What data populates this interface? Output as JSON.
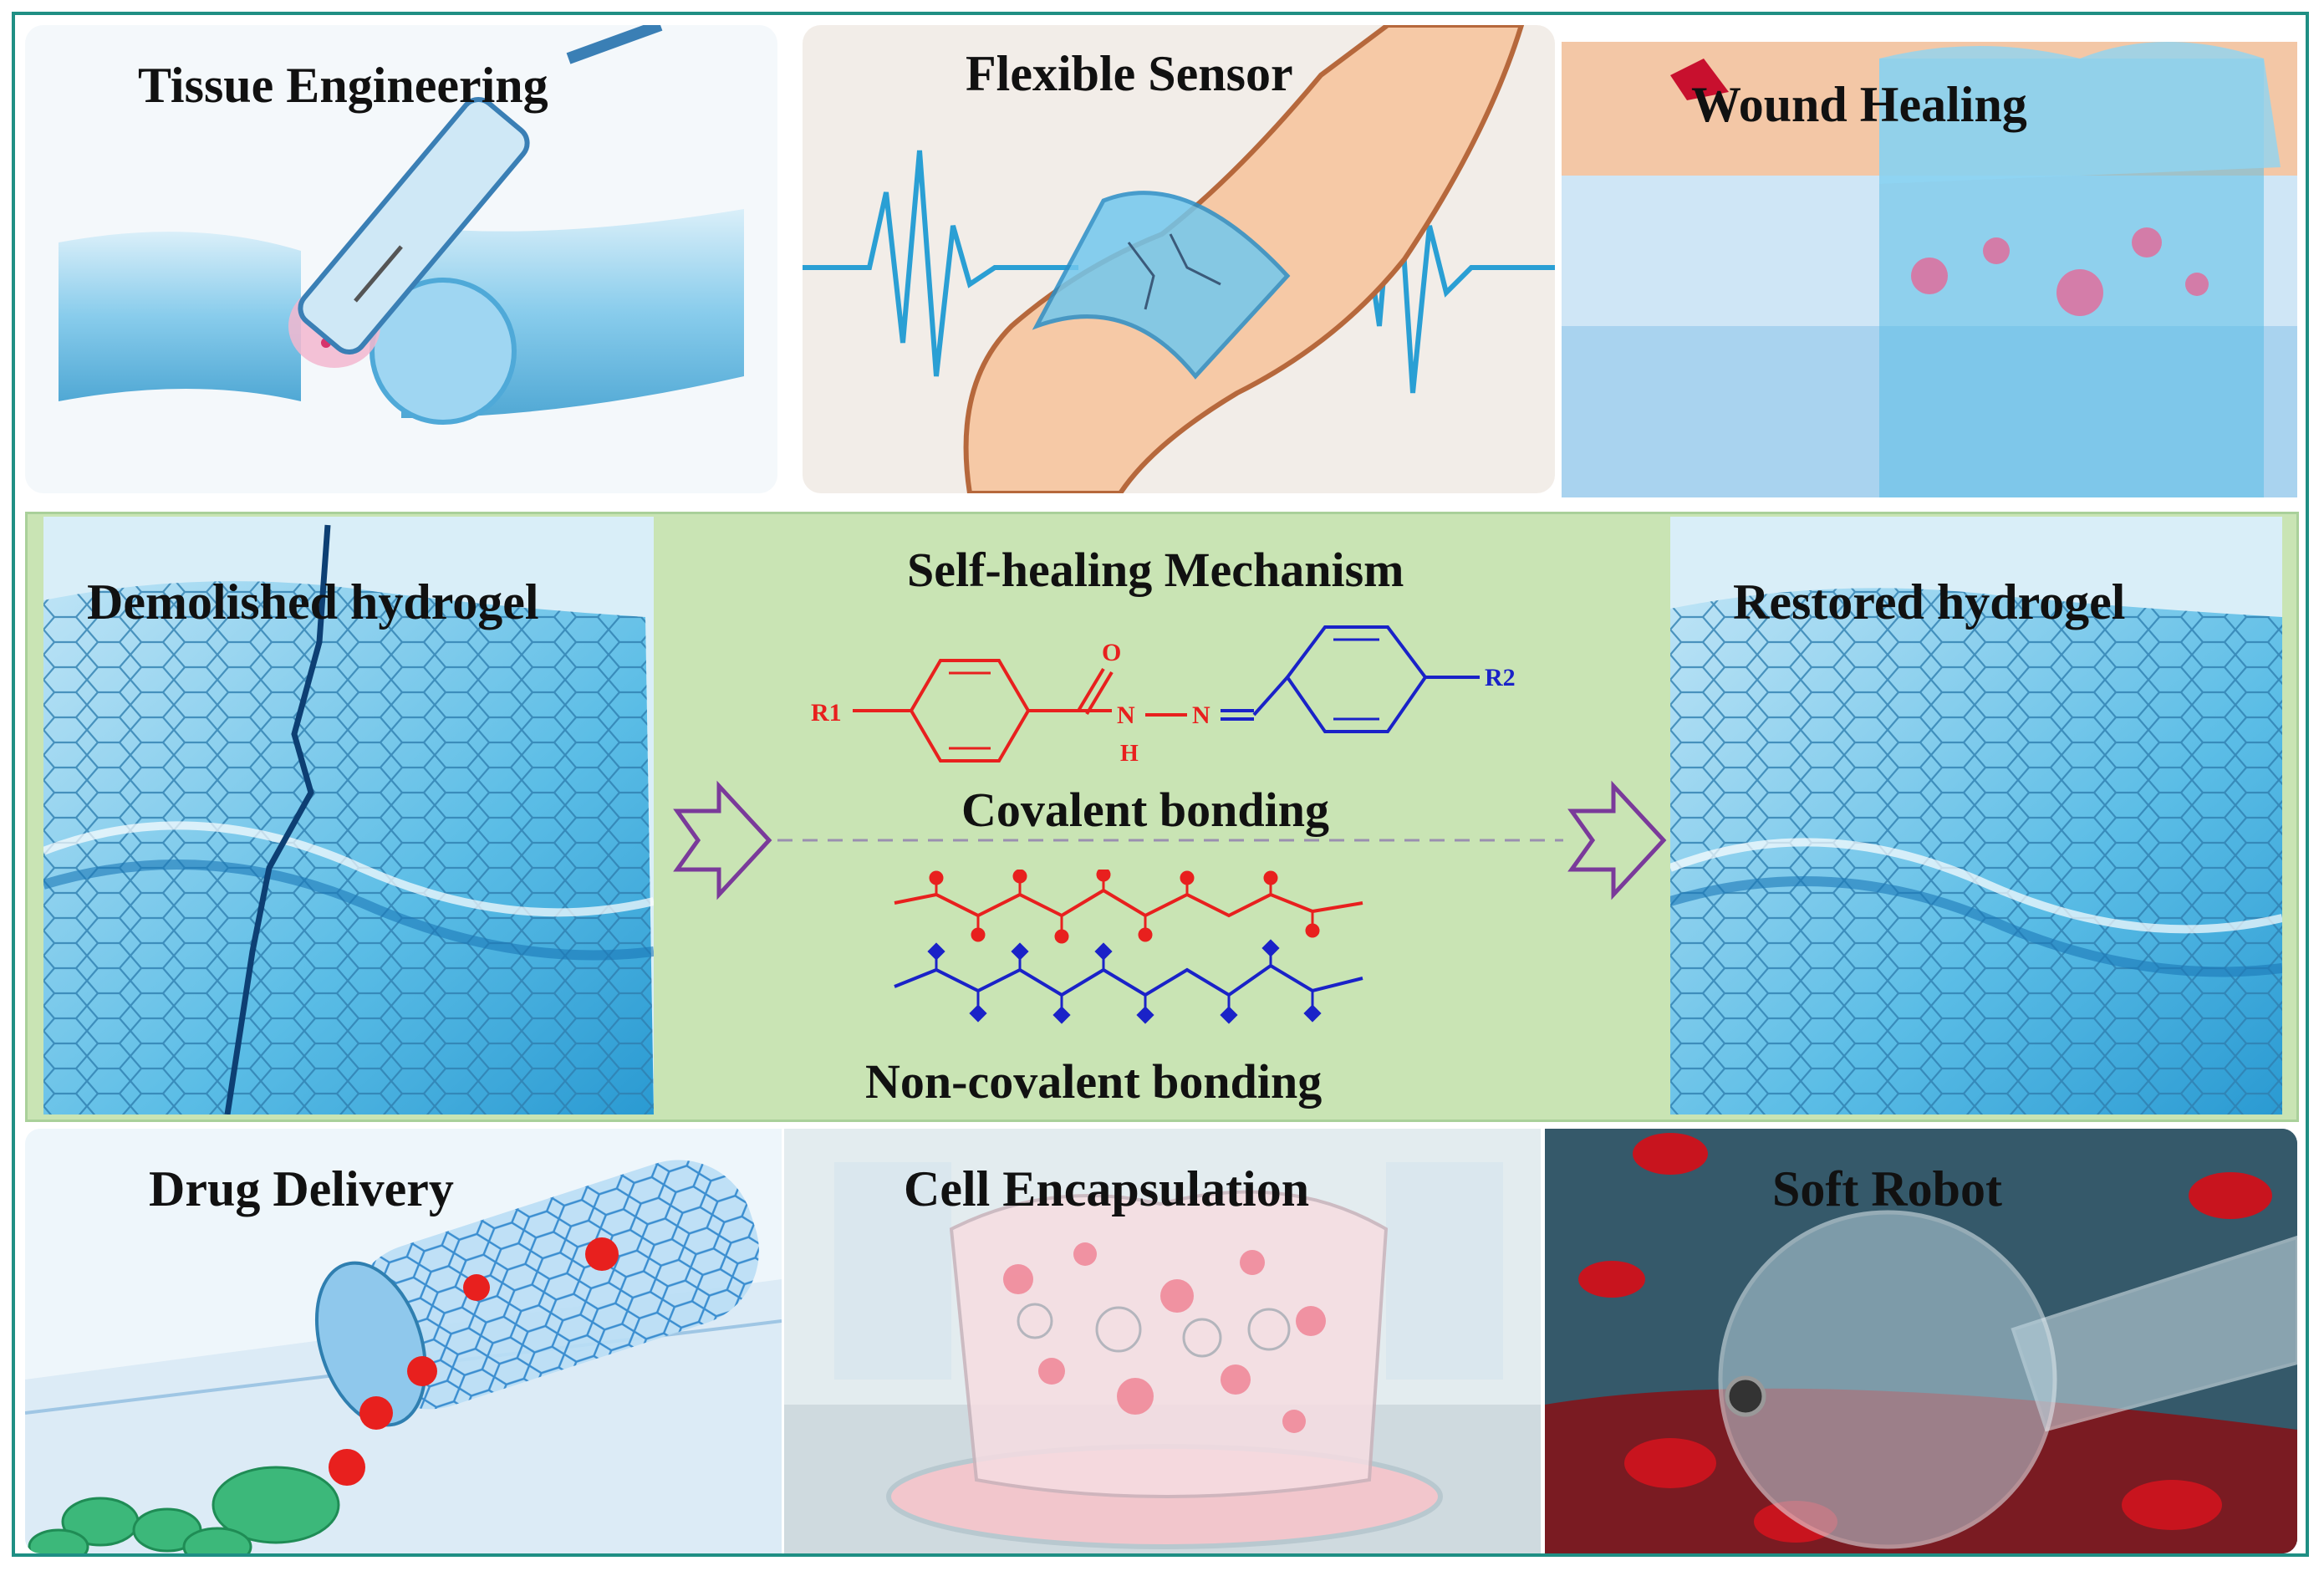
{
  "top_panels": [
    {
      "id": "tissue",
      "label": "Tissue Engineering"
    },
    {
      "id": "sensor",
      "label": "Flexible Sensor"
    },
    {
      "id": "wound",
      "label": "Wound Healing"
    }
  ],
  "middle": {
    "left_label": "Demolished hydrogel",
    "right_label": "Restored hydrogel",
    "title": "Self-healing Mechanism",
    "covalent_label": "Covalent bonding",
    "noncovalent_label": "Non-covalent bonding",
    "molecule": {
      "r1": "R1",
      "r2": "R2",
      "o": "O",
      "n1": "N",
      "n2": "N",
      "h": "H"
    }
  },
  "bottom_panels": [
    {
      "id": "drug",
      "label": "Drug Delivery"
    },
    {
      "id": "cell",
      "label": "Cell Encapsulation"
    },
    {
      "id": "robot",
      "label": "Soft Robot"
    }
  ],
  "colors": {
    "border": "#1f8f84",
    "middle_band": "#c9e4b4",
    "red_chain": "#e8201e",
    "blue_chain": "#1a22c8",
    "arrow": "#7a3a9a",
    "hydrogel_blue": "#5bbde6"
  }
}
